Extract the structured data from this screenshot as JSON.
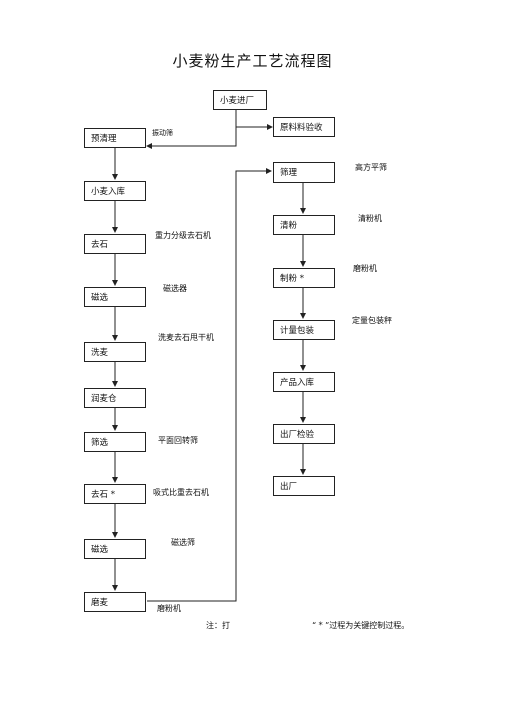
{
  "title": "小麦粉生产工艺流程图",
  "nodes": {
    "start": "小麦进厂",
    "inspect": "原料料验收",
    "preclean": "预清理",
    "storage": "小麦入库",
    "destone1": "去石",
    "magnet1": "磁选",
    "wash": "洗麦",
    "temper": "润麦仓",
    "sieve": "筛选",
    "destone2": "去石   *",
    "magnet2": "磁选",
    "grind": "磨麦",
    "screen": "筛理",
    "purify": "清粉",
    "flour": "制粉    *",
    "pack": "计量包装",
    "finished_store": "产品入库",
    "exit_check": "出厂检验",
    "ship": "出厂"
  },
  "equipment": {
    "vibrating": "振动筛",
    "gravity": "重力分级去石机",
    "magnet_sep": "磁选器",
    "washer": "洗麦去石甩干机",
    "rotary": "平面回转筛",
    "suction": "吸式比重去石机",
    "magnet_screen": "磁选筛",
    "mill": "磨粉机",
    "plansifter": "高方平筛",
    "purifier": "清粉机",
    "roller": "磨粉机",
    "packer": "定量包装秤"
  },
  "note": {
    "prefix": "注：打",
    "legend": "“ * ”过程为关键控制过程。"
  }
}
